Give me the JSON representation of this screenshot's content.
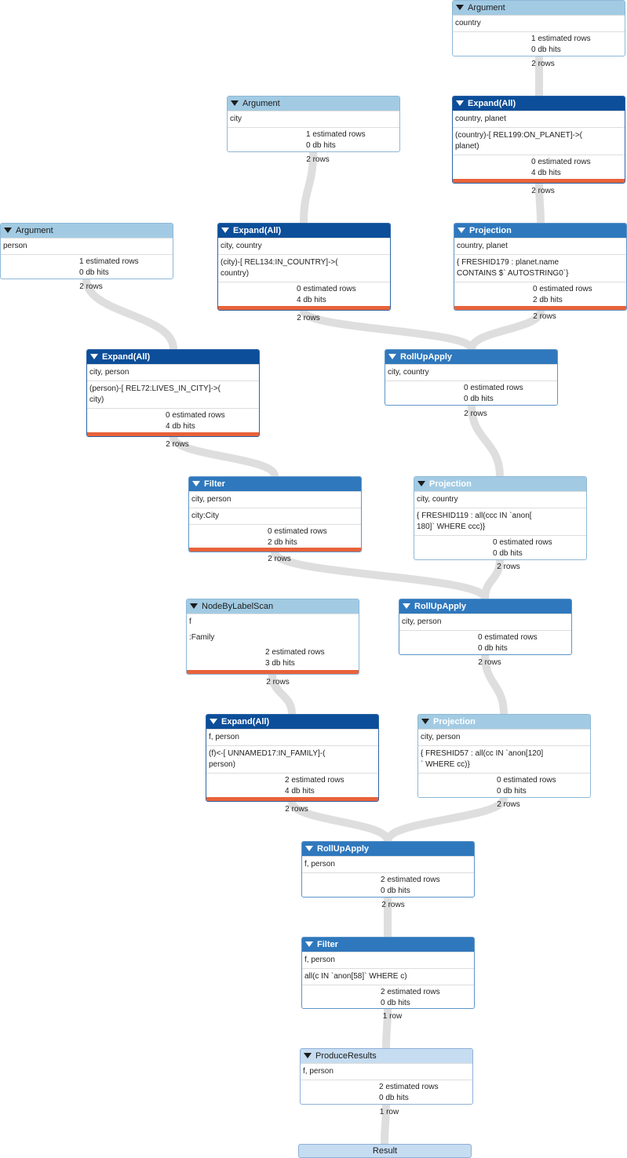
{
  "colors": {
    "argument_header": "#a2cbe3",
    "projection_header": "#2f78bd",
    "expand_header": "#0c4e99",
    "produce_header": "#c6dcf1",
    "db_hits_bar": "#e8623a",
    "edge": "#dedede"
  },
  "icons": {
    "collapse": "triangle-down-icon"
  },
  "operators": [
    {
      "id": "argument-country",
      "title": "Argument",
      "vars": "country",
      "details": null,
      "estimated": "1 estimated rows",
      "hits": "0 db hits",
      "rows_out": "2 rows",
      "bar": false
    },
    {
      "id": "argument-city",
      "title": "Argument",
      "vars": "city",
      "details": null,
      "estimated": "1 estimated rows",
      "hits": "0 db hits",
      "rows_out": "2 rows",
      "bar": false
    },
    {
      "id": "expand-country-planet",
      "title": "Expand(All)",
      "vars": "country, planet",
      "details": "(country)-[ REL199:ON_PLANET]->(\nplanet)",
      "estimated": "0 estimated rows",
      "hits": "4 db hits",
      "rows_out": "2 rows",
      "bar": true
    },
    {
      "id": "argument-person",
      "title": "Argument",
      "vars": "person",
      "details": null,
      "estimated": "1 estimated rows",
      "hits": "0 db hits",
      "rows_out": "2 rows",
      "bar": false
    },
    {
      "id": "expand-city-country",
      "title": "Expand(All)",
      "vars": "city, country",
      "details": "(city)-[ REL134:IN_COUNTRY]->(\ncountry)",
      "estimated": "0 estimated rows",
      "hits": "4 db hits",
      "rows_out": "2 rows",
      "bar": true
    },
    {
      "id": "projection-country-planet",
      "title": "Projection",
      "vars": "country, planet",
      "details": "{ FRESHID179 : planet.name\nCONTAINS $` AUTOSTRING0`}",
      "estimated": "0 estimated rows",
      "hits": "2 db hits",
      "rows_out": "2 rows",
      "bar": true
    },
    {
      "id": "expand-city-person",
      "title": "Expand(All)",
      "vars": "city, person",
      "details": "(person)-[ REL72:LIVES_IN_CITY]->(\ncity)",
      "estimated": "0 estimated rows",
      "hits": "4 db hits",
      "rows_out": "2 rows",
      "bar": true
    },
    {
      "id": "rollup-city-country",
      "title": "RollUpApply",
      "vars": "city, country",
      "details": null,
      "estimated": "0 estimated rows",
      "hits": "0 db hits",
      "rows_out": "2 rows",
      "bar": false
    },
    {
      "id": "filter-city-person",
      "title": "Filter",
      "vars": "city, person",
      "details": "city:City",
      "estimated": "0 estimated rows",
      "hits": "2 db hits",
      "rows_out": "2 rows",
      "bar": true
    },
    {
      "id": "projection-city-country",
      "title": "Projection",
      "vars": "city, country",
      "details": "{ FRESHID119 : all(ccc IN `anon[\n180]` WHERE ccc)}",
      "estimated": "0 estimated rows",
      "hits": "0 db hits",
      "rows_out": "2 rows",
      "bar": false
    },
    {
      "id": "nodebylabelscan-f",
      "title": "NodeByLabelScan",
      "vars": "f",
      "details": ":Family",
      "estimated": "2 estimated rows",
      "hits": "3 db hits",
      "rows_out": "2 rows",
      "bar": true
    },
    {
      "id": "rollup-city-person",
      "title": "RollUpApply",
      "vars": "city, person",
      "details": null,
      "estimated": "0 estimated rows",
      "hits": "0 db hits",
      "rows_out": "2 rows",
      "bar": false
    },
    {
      "id": "expand-f-person",
      "title": "Expand(All)",
      "vars": "f, person",
      "details": "(f)<-[ UNNAMED17:IN_FAMILY]-(\nperson)",
      "estimated": "2 estimated rows",
      "hits": "4 db hits",
      "rows_out": "2 rows",
      "bar": true
    },
    {
      "id": "projection-city-person",
      "title": "Projection",
      "vars": "city, person",
      "details": "{ FRESHID57 : all(cc IN `anon[120]\n` WHERE cc)}",
      "estimated": "0 estimated rows",
      "hits": "0 db hits",
      "rows_out": "2 rows",
      "bar": false
    },
    {
      "id": "rollup-f-person",
      "title": "RollUpApply",
      "vars": "f, person",
      "details": null,
      "estimated": "2 estimated rows",
      "hits": "0 db hits",
      "rows_out": "2 rows",
      "bar": false
    },
    {
      "id": "filter-f-person",
      "title": "Filter",
      "vars": "f, person",
      "details": "all(c IN `anon[58]` WHERE c)",
      "estimated": "2 estimated rows",
      "hits": "0 db hits",
      "rows_out": "1 row",
      "bar": false
    },
    {
      "id": "produceresults",
      "title": "ProduceResults",
      "vars": "f, person",
      "details": null,
      "estimated": "2 estimated rows",
      "hits": "0 db hits",
      "rows_out": "1 row",
      "bar": false
    }
  ],
  "result": {
    "label": "Result"
  }
}
